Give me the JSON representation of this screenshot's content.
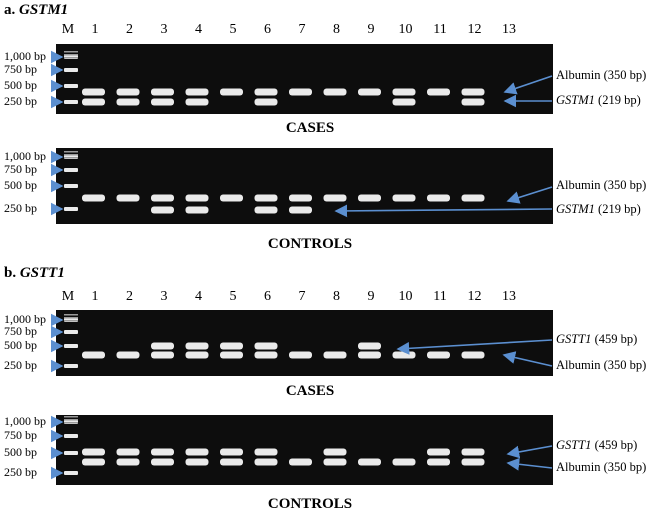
{
  "panel_a": {
    "title_prefix": "a.",
    "gene": "GSTM1",
    "lane_labels": [
      "M",
      "1",
      "2",
      "3",
      "4",
      "5",
      "6",
      "7",
      "8",
      "9",
      "10",
      "11",
      "12",
      "13"
    ],
    "gels": [
      {
        "caption": "CASES",
        "ladder": [
          "1,000 bp",
          "750 bp",
          "500 bp",
          "250 bp"
        ],
        "right_labels": [
          {
            "pre": "",
            "italic": "",
            "post": "Albumin (350 bp)"
          },
          {
            "pre": "",
            "italic": "GSTM1",
            "post": " (219 bp)"
          }
        ],
        "bands": [
          [
            "albumin",
            "gstm1"
          ],
          [
            "albumin",
            "gstm1"
          ],
          [
            "albumin",
            "gstm1"
          ],
          [
            "albumin",
            "gstm1"
          ],
          [
            "albumin"
          ],
          [
            "albumin",
            "gstm1"
          ],
          [
            "albumin"
          ],
          [
            "albumin"
          ],
          [
            "albumin"
          ],
          [
            "albumin",
            "gstm1"
          ],
          [
            "albumin"
          ],
          [
            "albumin",
            "gstm1"
          ],
          []
        ]
      },
      {
        "caption": "CONTROLS",
        "ladder": [
          "1,000 bp",
          "750 bp",
          "500 bp",
          "250 bp"
        ],
        "right_labels": [
          {
            "pre": "",
            "italic": "",
            "post": "Albumin (350 bp)"
          },
          {
            "pre": "",
            "italic": "GSTM1",
            "post": " (219 bp)"
          }
        ],
        "bands": [
          [
            "albumin"
          ],
          [
            "albumin"
          ],
          [
            "albumin",
            "gstm1"
          ],
          [
            "albumin",
            "gstm1"
          ],
          [
            "albumin"
          ],
          [
            "albumin",
            "gstm1"
          ],
          [
            "albumin",
            "gstm1"
          ],
          [
            "albumin"
          ],
          [
            "albumin"
          ],
          [
            "albumin"
          ],
          [
            "albumin"
          ],
          [
            "albumin"
          ],
          []
        ]
      }
    ]
  },
  "panel_b": {
    "title_prefix": "b.",
    "gene": "GSTT1",
    "lane_labels": [
      "M",
      "1",
      "2",
      "3",
      "4",
      "5",
      "6",
      "7",
      "8",
      "9",
      "10",
      "11",
      "12",
      "13"
    ],
    "gels": [
      {
        "caption": "CASES",
        "ladder": [
          "1,000 bp",
          "750 bp",
          "500 bp",
          "250 bp"
        ],
        "right_labels": [
          {
            "pre": "",
            "italic": "GSTT1",
            "post": " (459 bp)"
          },
          {
            "pre": "",
            "italic": "",
            "post": "Albumin (350 bp)"
          }
        ],
        "bands": [
          [
            "albumin"
          ],
          [
            "albumin"
          ],
          [
            "gstt1",
            "albumin"
          ],
          [
            "gstt1",
            "albumin"
          ],
          [
            "gstt1",
            "albumin"
          ],
          [
            "gstt1",
            "albumin"
          ],
          [
            "albumin"
          ],
          [
            "albumin"
          ],
          [
            "gstt1",
            "albumin"
          ],
          [
            "albumin"
          ],
          [
            "albumin"
          ],
          [
            "albumin"
          ],
          []
        ]
      },
      {
        "caption": "CONTROLS",
        "ladder": [
          "1,000 bp",
          "750 bp",
          "500 bp",
          "250 bp"
        ],
        "right_labels": [
          {
            "pre": "",
            "italic": "GSTT1",
            "post": " (459 bp)"
          },
          {
            "pre": "",
            "italic": "",
            "post": "Albumin (350 bp)"
          }
        ],
        "bands": [
          [
            "gstt1",
            "albumin"
          ],
          [
            "gstt1",
            "albumin"
          ],
          [
            "gstt1",
            "albumin"
          ],
          [
            "gstt1",
            "albumin"
          ],
          [
            "gstt1",
            "albumin"
          ],
          [
            "gstt1",
            "albumin"
          ],
          [
            "albumin"
          ],
          [
            "gstt1",
            "albumin"
          ],
          [
            "albumin"
          ],
          [
            "albumin"
          ],
          [
            "gstt1",
            "albumin"
          ],
          [
            "gstt1",
            "albumin"
          ],
          []
        ]
      }
    ]
  },
  "colors": {
    "gel": "#0d0d0d",
    "band": "#eaeaea",
    "arrow": "#5b8fd0"
  }
}
